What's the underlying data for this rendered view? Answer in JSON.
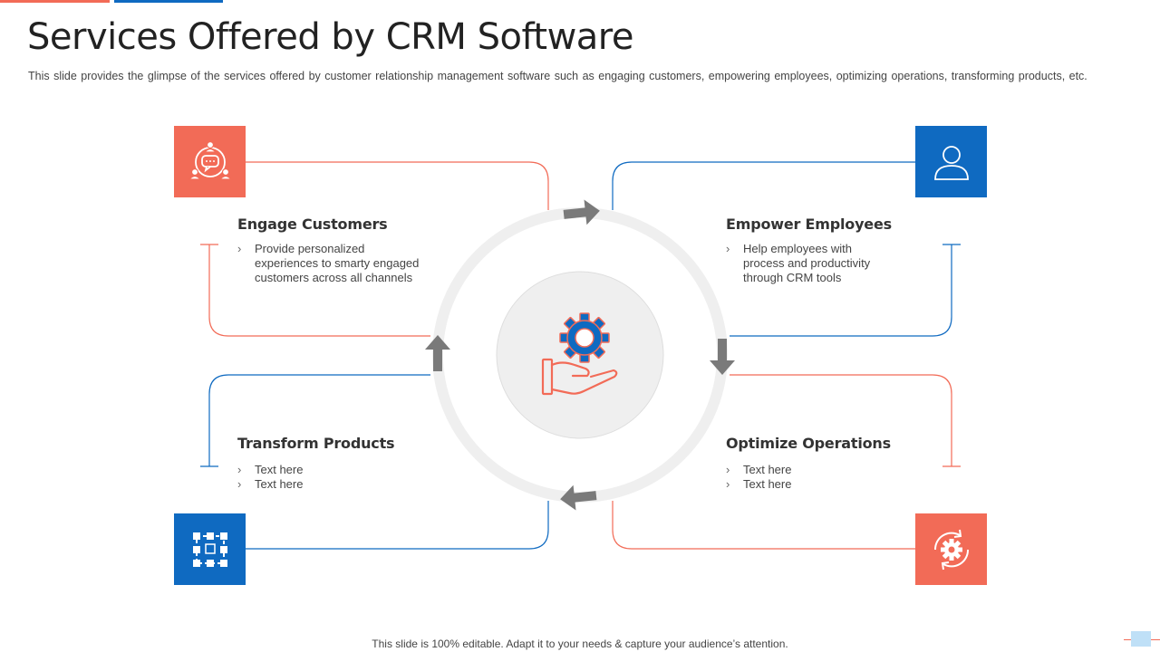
{
  "colors": {
    "accent_red": "#f26b57",
    "accent_blue": "#0f6ac1",
    "ring_gray": "#efefef",
    "arrow_gray": "#7a7a7a",
    "text_dark": "#333333"
  },
  "header": {
    "title": "Services Offered by CRM Software",
    "subtitle": "This slide provides the glimpse of the services offered by customer relationship management software such as engaging customers, empowering employees, optimizing operations, transforming products, etc."
  },
  "center": {
    "icon": "gear-hand-icon"
  },
  "services": [
    {
      "title": "Engage Customers",
      "icon": "customer-network-icon",
      "color": "#f26b57",
      "bullets": [
        "Provide personalized experiences to smarty engaged customers across all channels"
      ]
    },
    {
      "title": "Empower Employees",
      "icon": "user-icon",
      "color": "#0f6ac1",
      "bullets": [
        "Help employees with process and productivity through CRM tools"
      ]
    },
    {
      "title": "Transform Products",
      "icon": "product-frame-icon",
      "color": "#0f6ac1",
      "bullets": [
        "Text here",
        "Text here"
      ]
    },
    {
      "title": "Optimize Operations",
      "icon": "gear-cycle-icon",
      "color": "#f26b57",
      "bullets": [
        "Text here",
        "Text here"
      ]
    }
  ],
  "footer": {
    "text": "This slide is 100% editable. Adapt it to your needs & capture your audience’s attention."
  }
}
